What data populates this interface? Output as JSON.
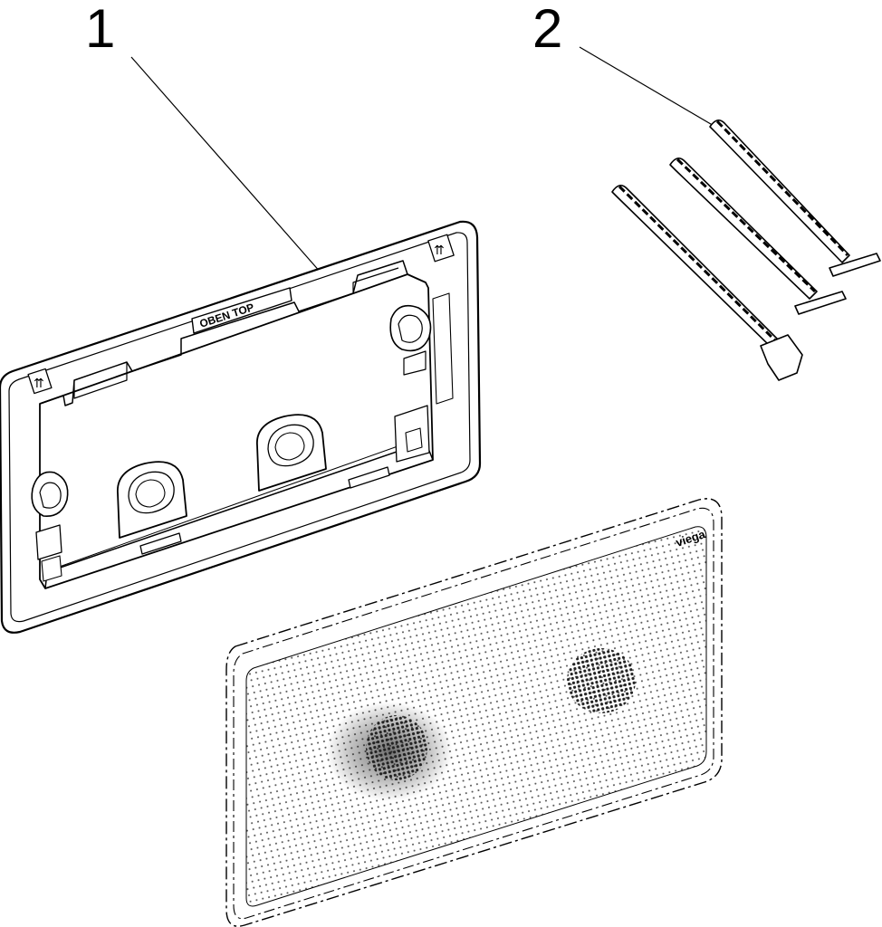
{
  "callouts": {
    "frame": "1",
    "screws": "2"
  },
  "frame": {
    "embossed_text": "OBEN TOP",
    "arrow_glyph": "⇈"
  },
  "cover_plate": {
    "brand": "viega"
  },
  "colors": {
    "line": "#000000",
    "fill": "#ffffff",
    "dots": "#4a4a4a"
  }
}
